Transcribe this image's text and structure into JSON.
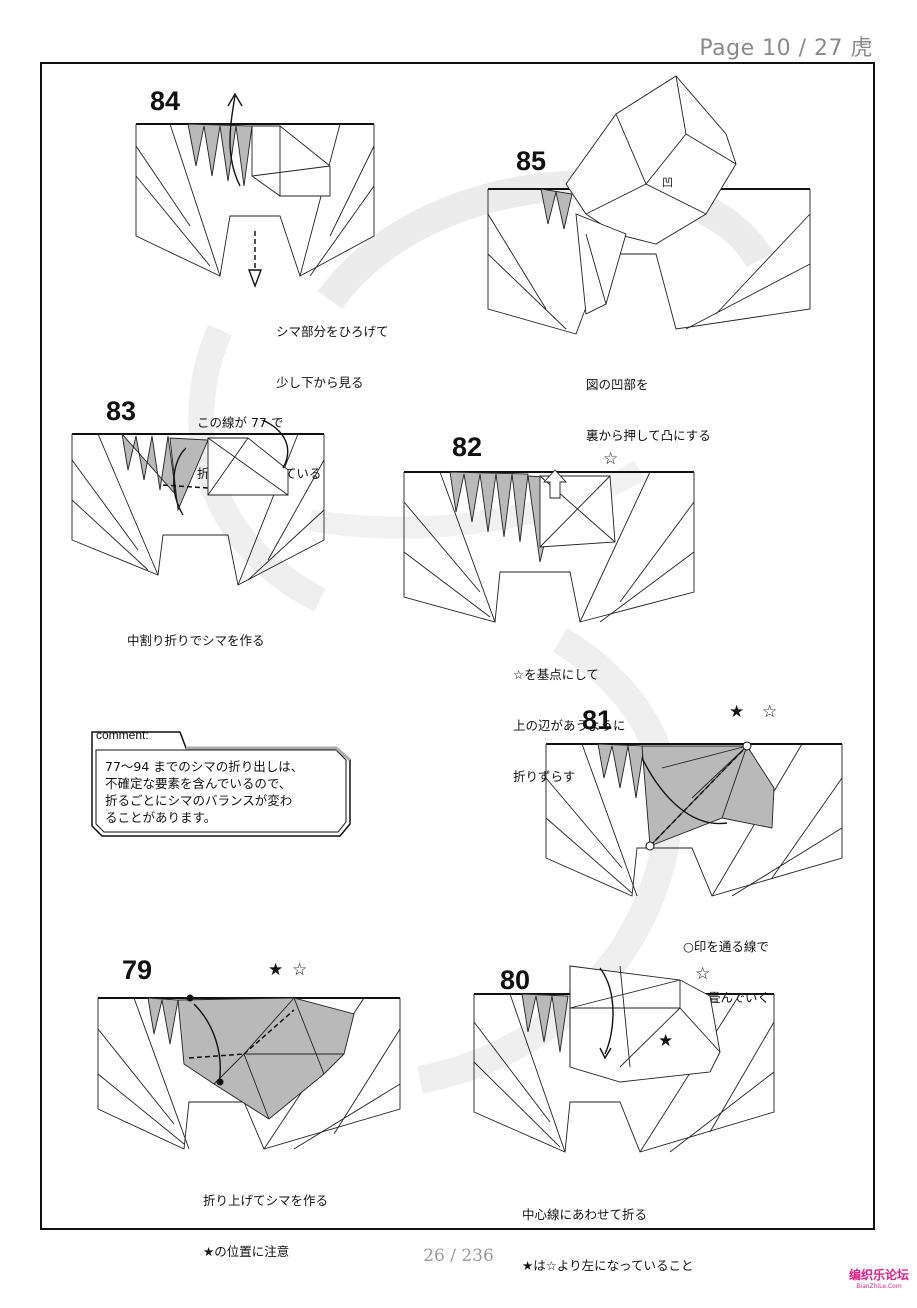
{
  "header": {
    "page_label": "Page 10 / 27 虎"
  },
  "steps": [
    {
      "number": "84",
      "caption": [
        "シマ部分をひろげて",
        "少し下から見る"
      ]
    },
    {
      "number": "85",
      "caption": [
        "図の凹部を",
        "裏から押して凸にする"
      ]
    },
    {
      "number": "83",
      "note": [
        "この線が 77 で",
        "折った線になっている"
      ],
      "caption": [
        "中割り折りでシマを作る"
      ]
    },
    {
      "number": "82",
      "caption": [
        "☆を基点にして",
        "上の辺があうように",
        "折りずらす"
      ]
    },
    {
      "number": "81",
      "caption": [
        "○印を通る線で",
        "折り畳んでいく"
      ]
    },
    {
      "number": "79",
      "caption": [
        "折り上げてシマを作る",
        "★の位置に注意"
      ]
    },
    {
      "number": "80",
      "caption": [
        "中心線にあわせて折る",
        "★は☆より左になっていること"
      ]
    }
  ],
  "symbols": {
    "star_filled": "★",
    "star_open": "☆",
    "concave_mark": "凹"
  },
  "comment": {
    "tab": "comment:",
    "lines": [
      "77～94 までのシマの折り出しは、",
      "不確定な要素を含んでいるので、",
      "折るごとにシマのバランスが変わ",
      "ることがあります。"
    ]
  },
  "footer": {
    "page_counter": "26 / 236"
  },
  "watermark": {
    "main": "编织乐论坛",
    "sub": "BianZhiLe.Com"
  },
  "colors": {
    "fold_gray": "#b9b9b9",
    "watermark": "#e0208a",
    "page_label": "#8a8a8a"
  }
}
